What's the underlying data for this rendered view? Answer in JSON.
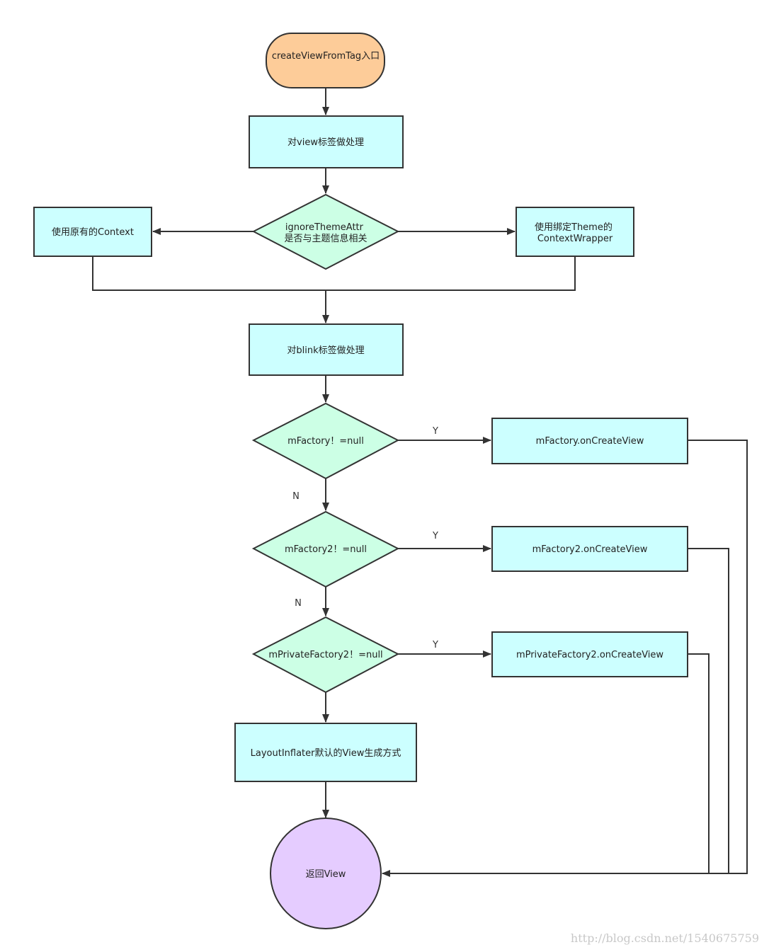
{
  "colors": {
    "start": "#fdcc99",
    "process": "#ccffff",
    "decision": "#ccffe5",
    "end": "#e5ccff",
    "stroke": "#333333"
  },
  "nodes": {
    "start": "createViewFromTag入口",
    "handle_view_tag": "对view标签做处理",
    "ignore_theme_attr": "ignoreThemeAttr是否与主题信息相关",
    "use_original_context": "使用原有的Context",
    "use_theme_context": "使用绑定Theme的ContextWrapper",
    "handle_blink_tag": "对blink标签做处理",
    "factory_check": "mFactory！=null",
    "factory_create": "mFactory.onCreateView",
    "factory2_check": "mFactory2！=null",
    "factory2_create": "mFactory2.onCreateView",
    "private_factory2_check": "mPrivateFactory2！=null",
    "private_factory2_create": "mPrivateFactory2.onCreateView",
    "default_create": "LayoutInflater默认的View生成方式",
    "return_view": "返回View"
  },
  "edge_labels": {
    "factory_yes": "Y",
    "factory_no": "N",
    "factory2_yes": "Y",
    "factory2_no": "N",
    "private_factory2_yes": "Y"
  },
  "watermark": "http://blog.csdn.net/1540675759"
}
